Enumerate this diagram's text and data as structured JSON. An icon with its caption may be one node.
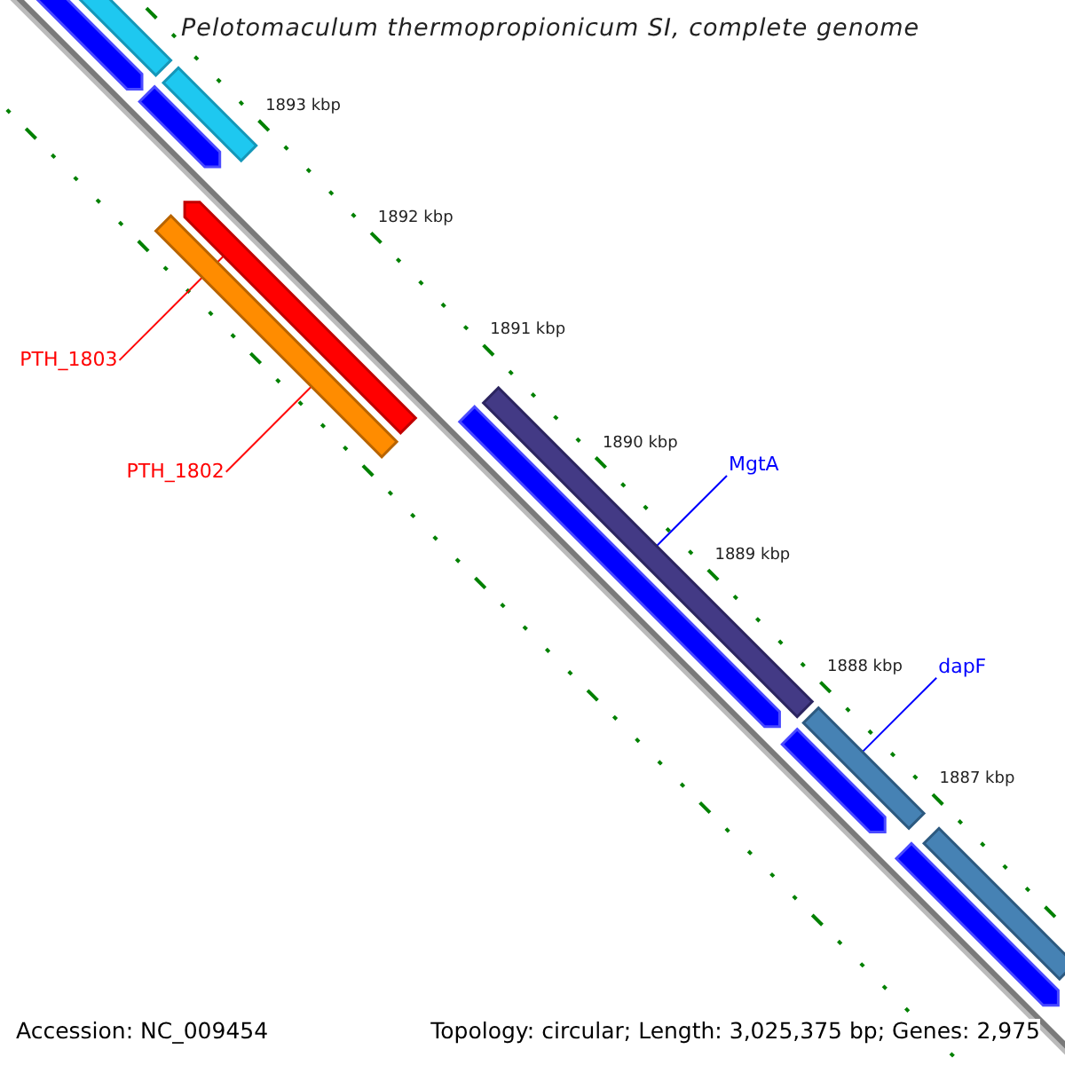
{
  "diagram": {
    "title": "Pelotomaculum thermopropionicum SI, complete genome",
    "nodes": [
      {
        "text": [
          "PTH_1803"
        ]
      },
      {
        "text": [
          "PTH_1802"
        ]
      },
      {
        "text": [
          "MgtA"
        ]
      },
      {
        "text": [
          "dapF"
        ]
      },
      {
        "text": [],
        "shape": "arrow"
      },
      {
        "text": [],
        "shape": "arrow"
      },
      {
        "text": [],
        "shape": "arrow"
      },
      {
        "text": [],
        "shape": "arrow"
      },
      {
        "text": [],
        "shape": "arrow"
      },
      {
        "text": [],
        "shape": "bar"
      },
      {
        "text": [],
        "shape": "arrow"
      },
      {
        "text": [],
        "shape": "arrow"
      },
      {
        "text": [],
        "shape": "arrow"
      },
      {
        "text": [],
        "shape": "arrow"
      },
      {
        "text": [],
        "shape": "arrow"
      },
      {
        "text": [],
        "shape": "arrow"
      }
    ],
    "edges": [
      {
        "from": 0,
        "to": 8,
        "arrow": "none",
        "color": "#ff0000"
      },
      {
        "from": 1,
        "to": 9,
        "arrow": "none",
        "color": "#ff0000"
      },
      {
        "from": 2,
        "to": 11,
        "arrow": "none",
        "color": "#0000ff"
      },
      {
        "from": 3,
        "to": 13,
        "arrow": "none",
        "color": "#0000ff"
      }
    ],
    "labels": [
      "1893 kbp",
      "1892 kbp",
      "1891 kbp",
      "1890 kbp",
      "1889 kbp",
      "1888 kbp",
      "1887 kbp",
      "Accession: NC_009454",
      "Topology: circular; Length: 3,025,375 bp; Genes: 2,975"
    ]
  }
}
